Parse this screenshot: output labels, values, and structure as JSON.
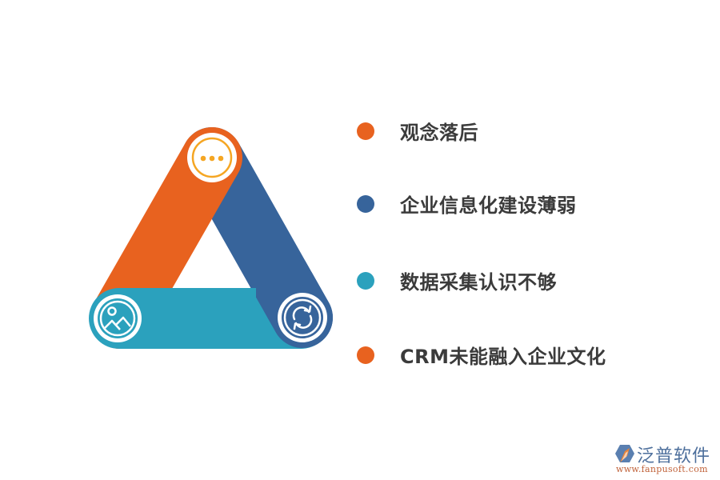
{
  "colors": {
    "orange": "#e8621f",
    "blue": "#37649b",
    "teal": "#2ba1bd",
    "icon_yellow": "#f5a623",
    "text": "#3b3b3b",
    "background": "#ffffff"
  },
  "diagram": {
    "nodes": [
      {
        "id": "top",
        "icon": "more-dots-icon",
        "color": "#f5a623"
      },
      {
        "id": "bottom-left",
        "icon": "image-landscape-icon",
        "color": "#2ba1bd"
      },
      {
        "id": "bottom-right",
        "icon": "refresh-cycle-icon",
        "color": "#37649b"
      }
    ],
    "bands": [
      {
        "from": "top",
        "to": "bottom-left",
        "color": "#e8621f"
      },
      {
        "from": "bottom-left",
        "to": "bottom-right",
        "color": "#2ba1bd"
      },
      {
        "from": "top",
        "to": "bottom-right",
        "color": "#37649b"
      }
    ]
  },
  "legend": {
    "items": [
      {
        "label": "观念落后",
        "color": "#e8621f"
      },
      {
        "label": "企业信息化建设薄弱",
        "color": "#37649b"
      },
      {
        "label": "数据采集认识不够",
        "color": "#2ba1bd"
      },
      {
        "label": "CRM未能融入企业文化",
        "color": "#e8621f"
      }
    ]
  },
  "watermark": {
    "name": "泛普软件",
    "url": "www.fanpusoft.com"
  }
}
